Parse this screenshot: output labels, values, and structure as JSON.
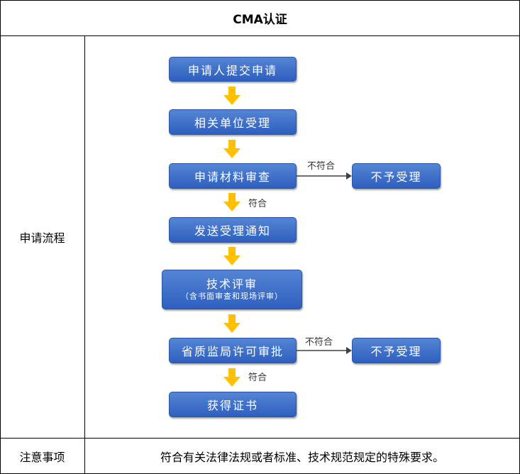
{
  "title": "CMA认证",
  "rows": {
    "process_label": "申请流程",
    "notes_label": "注意事项",
    "notes_text": "符合有关法律法规或者标准、技术规范规定的特殊要求。"
  },
  "flow": {
    "step1": "申请人提交申请",
    "step2": "相关单位受理",
    "step3": "申请材料审查",
    "step4": "发送受理通知",
    "step5_title": "技术评审",
    "step5_sub": "（含书面审查和现场评审）",
    "step6": "省质监局许可审批",
    "step7": "获得证书",
    "reject1": "不予受理",
    "reject2": "不予受理",
    "not_match_1": "不符合",
    "not_match_2": "不符合",
    "match_1": "符合",
    "match_2": "符合"
  },
  "colors": {
    "box": "#3c6fcb",
    "arrow": "#ffc000",
    "border": "#000000"
  }
}
